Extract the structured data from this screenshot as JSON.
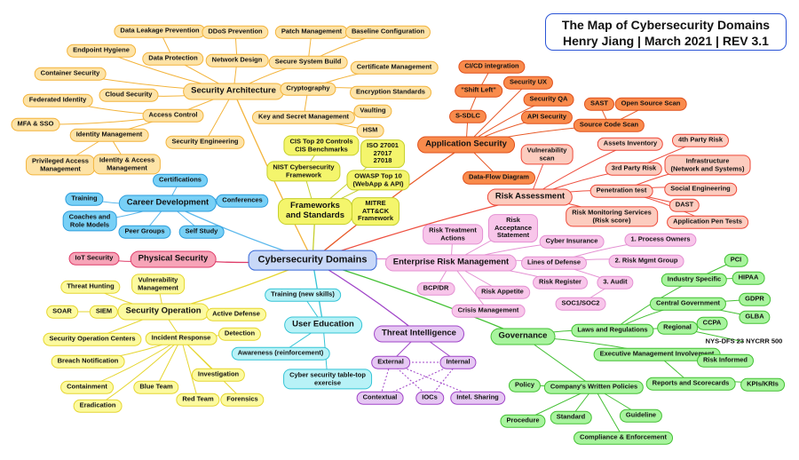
{
  "title": {
    "line1": "The Map of Cybersecurity Domains",
    "line2": "Henry Jiang | March 2021 | REV 3.1"
  },
  "nodes": {
    "center": "Cybersecurity Domains",
    "sa": "Security Architecture",
    "dlp": "Data Leakage Prevention",
    "ddos": "DDoS Prevention",
    "patch": "Patch Management",
    "base": "Baseline Configuration",
    "endp": "Endpoint Hygiene",
    "dp": "Data Protection",
    "nd": "Network Design",
    "ssb": "Secure System Build",
    "certm": "Certificate Management",
    "cont": "Container Security",
    "crypto": "Cryptography",
    "enc": "Encryption Standards",
    "cloud": "Cloud Security",
    "fed": "Federated Identity",
    "ac": "Access Control",
    "ksm": "Key and Secret Management",
    "vault": "Vaulting",
    "hsm": "HSM",
    "mfa": "MFA & SSO",
    "idm": "Identity Management",
    "se": "Security Engineering",
    "pam": "Privileged Access\nManagement",
    "iam": "Identity & Access\nManagement",
    "fs": "Frameworks\nand Standards",
    "cis": "CIS Top 20 Controls\nCIS Benchmarks",
    "iso": "ISO 27001\n27017\n27018",
    "nist": "NIST Cybersecurity\nFramework",
    "owasp": "OWASP Top 10\n(WebApp & API)",
    "mitre": "MITRE\nATT&CK\nFramework",
    "cd": "Career Development",
    "certs": "Certifications",
    "train": "Training",
    "conf": "Conferences",
    "coach": "Coaches and\nRole Models",
    "peer": "Peer Groups",
    "self": "Self Study",
    "phys": "Physical Security",
    "iot": "IoT Security",
    "as": "Application Security",
    "cicd": "CI/CD integration",
    "shift": "\"Shift Left\"",
    "ssdlc": "S-SDLC",
    "ux": "Security UX",
    "qa": "Security QA",
    "api": "API Security",
    "scs": "Source Code Scan",
    "sast": "SAST",
    "oss": "Open Source Scan",
    "dfd": "Data-Flow Diagram",
    "ra": "Risk Assessment",
    "vs": "Vulnerability\nscan",
    "ai": "Assets Inventory",
    "tpr": "3rd Party Risk",
    "fpr": "4th Party Risk",
    "infra": "Infrastructure\n(Network and Systems)",
    "pt": "Penetration test",
    "soceng": "Social Engineering",
    "dast": "DAST",
    "apt": "Application Pen Tests",
    "rms": "Risk Monitoring Services\n(Risk score)",
    "erm": "Enterprise Risk Management",
    "rta": "Risk Treatment\nActions",
    "ras": "Risk\nAcceptance\nStatement",
    "ci": "Cyber Insurance",
    "lod": "Lines of Defense",
    "po": "1. Process Owners",
    "rmg": "2. Risk Mgmt Group",
    "audit": "3. Audit",
    "rr": "Risk Register",
    "bcp": "BCP/DR",
    "rap": "Risk Appetite",
    "cm": "Crisis Management",
    "soc12": "SOC1/SOC2",
    "so": "Security Operation",
    "th": "Threat Hunting",
    "vm": "Vulnerability\nManagement",
    "soar": "SOAR",
    "siem": "SIEM",
    "ad": "Active Defense",
    "socc": "Security Operation Centers",
    "ir": "Incident Response",
    "det": "Detection",
    "bn": "Breach Notification",
    "cont2": "Containment",
    "bt": "Blue Team",
    "inv": "Investigation",
    "erad": "Eradication",
    "rt": "Red Team",
    "for": "Forensics",
    "ue": "User Education",
    "tns": "Training (new skills)",
    "awr": "Awareness (reinforcement)",
    "ctt": "Cyber security table-top\nexercise",
    "ti": "Threat Intelligence",
    "ext": "External",
    "int": "Internal",
    "ctx": "Contextual",
    "iocs": "IOCs",
    "ish": "Intel. Sharing",
    "gov": "Governance",
    "ind": "Industry Specific",
    "pci": "PCI",
    "hipaa": "HIPAA",
    "cg": "Central Government",
    "gdpr": "GDPR",
    "glba": "GLBA",
    "ll": "Laws and Regulations",
    "reg": "Regional",
    "ccpa": "CCPA",
    "nys": "NYS-DFS 23 NYCRR 500",
    "emi": "Executive Management Involvement",
    "ri": "Risk Informed",
    "rs": "Reports and Scorecards",
    "kpi": "KPIs/KRIs",
    "cwp": "Company's Written Policies",
    "pol": "Policy",
    "proc": "Procedure",
    "std": "Standard",
    "guide": "Guideline",
    "ce": "Compliance & Enforcement"
  },
  "colors": {
    "orange": "#f3b43c",
    "yellow": "#c6cf2c",
    "blue": "#5bb8ec",
    "appsec": "#e85a28",
    "risk": "#ee5040",
    "erm": "#e490d2",
    "secops": "#e6d630",
    "edu": "#34c4d6",
    "intel": "#a044c8",
    "gov": "#44c034",
    "phys": "#de3b68"
  }
}
